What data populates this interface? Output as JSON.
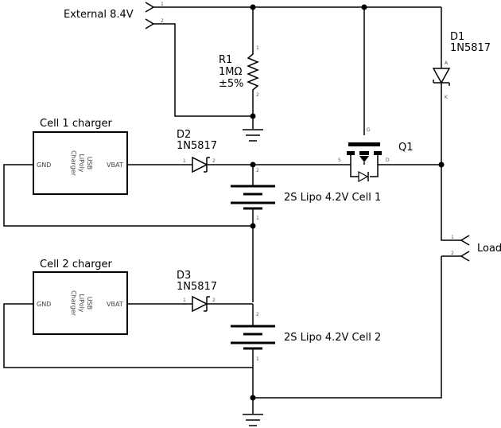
{
  "external_label": "External 8.4V",
  "r1": {
    "ref": "R1",
    "value": "1MΩ",
    "tolerance": "±5%"
  },
  "d1": {
    "ref": "D1",
    "part": "1N5817"
  },
  "d2": {
    "ref": "D2",
    "part": "1N5817"
  },
  "d3": {
    "ref": "D3",
    "part": "1N5817"
  },
  "q1": {
    "ref": "Q1"
  },
  "cell1_charger": {
    "title": "Cell 1 charger",
    "gnd": "GND",
    "vbat": "VBAT",
    "line1": "USB",
    "line2": "LiPoly",
    "line3": "Charger"
  },
  "cell2_charger": {
    "title": "Cell 2 charger",
    "gnd": "GND",
    "vbat": "VBAT",
    "line1": "USB",
    "line2": "LiPoly",
    "line3": "Charger"
  },
  "cell1_label": "2S Lipo 4.2V Cell 1",
  "cell2_label": "2S Lipo 4.2V Cell 2",
  "load_label": "Load",
  "pins": {
    "one": "1",
    "two": "2",
    "k": "K",
    "a": "A",
    "s": "S",
    "d": "D",
    "g": "G"
  }
}
